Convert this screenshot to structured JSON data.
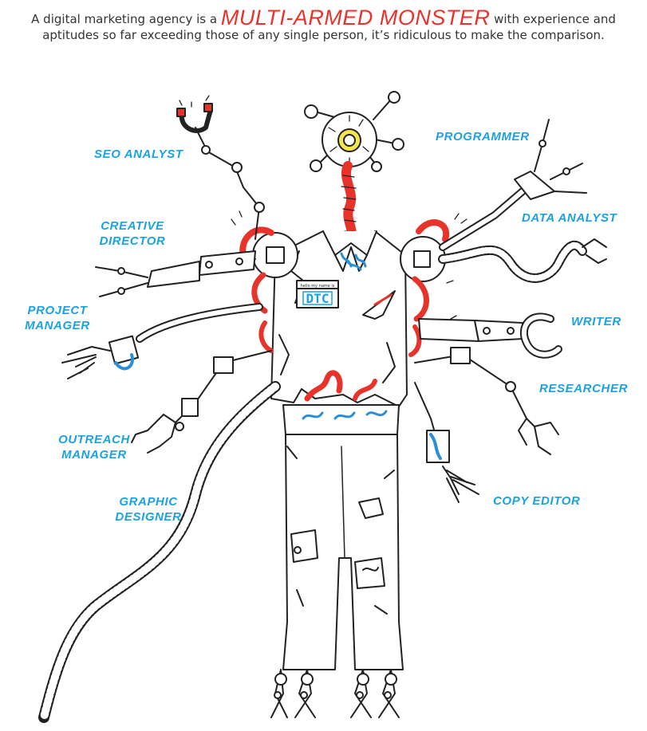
{
  "colors": {
    "accent_red": "#e8332b",
    "label_blue": "#1aa3df",
    "ink": "#222222",
    "eye_yellow": "#f2e64c",
    "wire_blue": "#2b8fd6"
  },
  "intro": {
    "text_before": "A digital marketing agency is a",
    "highlight": "MULTI-ARMED MONSTER",
    "text_after_line1": "with experience and",
    "line2": "aptitudes so far exceeding those of any single person, it’s ridiculous to make the comparison."
  },
  "badge": {
    "top": "hello my name is",
    "name": "DTC"
  },
  "roles": {
    "seo_analyst": "SEO ANALYST",
    "creative_director_1": "CREATIVE",
    "creative_director_2": "DIRECTOR",
    "project_manager_1": "PROJECT",
    "project_manager_2": "MANAGER",
    "outreach_manager_1": "OUTREACH",
    "outreach_manager_2": "MANAGER",
    "graphic_designer_1": "GRAPHIC",
    "graphic_designer_2": "DESIGNER",
    "programmer": "PROGRAMMER",
    "data_analyst": "DATA ANALYST",
    "writer": "WRITER",
    "researcher": "RESEARCHER",
    "copy_editor": "COPY EDITOR"
  }
}
